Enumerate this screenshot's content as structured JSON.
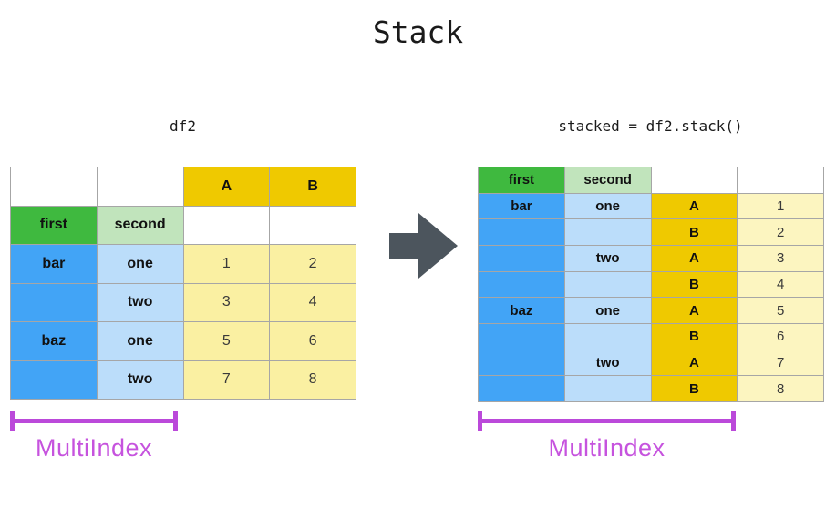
{
  "title": "Stack",
  "colors": {
    "index_level1": "#3fb93f",
    "index_level2": "#c1e4bc",
    "index_value1": "#42a4f6",
    "index_value2": "#bbddfa",
    "column_header": "#efc900",
    "value_cell_left": "#faf0a2",
    "value_cell_right": "#fcf5c0",
    "grid_border": "#a6a6a6",
    "arrow": "#4c555d",
    "bracket_purple": "#bb49da"
  },
  "left": {
    "label": "df2",
    "caption": "MultiIndex",
    "table": {
      "rows": [
        [
          [
            "blank",
            ""
          ],
          [
            "blank",
            ""
          ],
          [
            "colhead",
            "A"
          ],
          [
            "colhead",
            "B"
          ]
        ],
        [
          [
            "idxhead1",
            "first"
          ],
          [
            "idxhead2",
            "second"
          ],
          [
            "blank",
            ""
          ],
          [
            "blank",
            ""
          ]
        ],
        [
          [
            "idx1",
            "bar"
          ],
          [
            "idx2",
            "one"
          ],
          [
            "value",
            "1"
          ],
          [
            "value",
            "2"
          ]
        ],
        [
          [
            "idx1",
            ""
          ],
          [
            "idx2",
            "two"
          ],
          [
            "value",
            "3"
          ],
          [
            "value",
            "4"
          ]
        ],
        [
          [
            "idx1",
            "baz"
          ],
          [
            "idx2",
            "one"
          ],
          [
            "value",
            "5"
          ],
          [
            "value",
            "6"
          ]
        ],
        [
          [
            "idx1",
            ""
          ],
          [
            "idx2",
            "two"
          ],
          [
            "value",
            "7"
          ],
          [
            "value",
            "8"
          ]
        ]
      ]
    }
  },
  "right": {
    "label": "stacked = df2.stack()",
    "caption": "MultiIndex",
    "table": {
      "rows": [
        [
          [
            "idxhead1",
            "first"
          ],
          [
            "idxhead2",
            "second"
          ],
          [
            "blank",
            ""
          ],
          [
            "blank",
            ""
          ]
        ],
        [
          [
            "idx1",
            "bar"
          ],
          [
            "idx2",
            "one"
          ],
          [
            "colhead",
            "A"
          ],
          [
            "value2",
            "1"
          ]
        ],
        [
          [
            "idx1",
            ""
          ],
          [
            "idx2",
            ""
          ],
          [
            "colhead",
            "B"
          ],
          [
            "value2",
            "2"
          ]
        ],
        [
          [
            "idx1",
            ""
          ],
          [
            "idx2",
            "two"
          ],
          [
            "colhead",
            "A"
          ],
          [
            "value2",
            "3"
          ]
        ],
        [
          [
            "idx1",
            ""
          ],
          [
            "idx2",
            ""
          ],
          [
            "colhead",
            "B"
          ],
          [
            "value2",
            "4"
          ]
        ],
        [
          [
            "idx1",
            "baz"
          ],
          [
            "idx2",
            "one"
          ],
          [
            "colhead",
            "A"
          ],
          [
            "value2",
            "5"
          ]
        ],
        [
          [
            "idx1",
            ""
          ],
          [
            "idx2",
            ""
          ],
          [
            "colhead",
            "B"
          ],
          [
            "value2",
            "6"
          ]
        ],
        [
          [
            "idx1",
            ""
          ],
          [
            "idx2",
            "two"
          ],
          [
            "colhead",
            "A"
          ],
          [
            "value2",
            "7"
          ]
        ],
        [
          [
            "idx1",
            ""
          ],
          [
            "idx2",
            ""
          ],
          [
            "colhead",
            "B"
          ],
          [
            "value2",
            "8"
          ]
        ]
      ]
    }
  }
}
